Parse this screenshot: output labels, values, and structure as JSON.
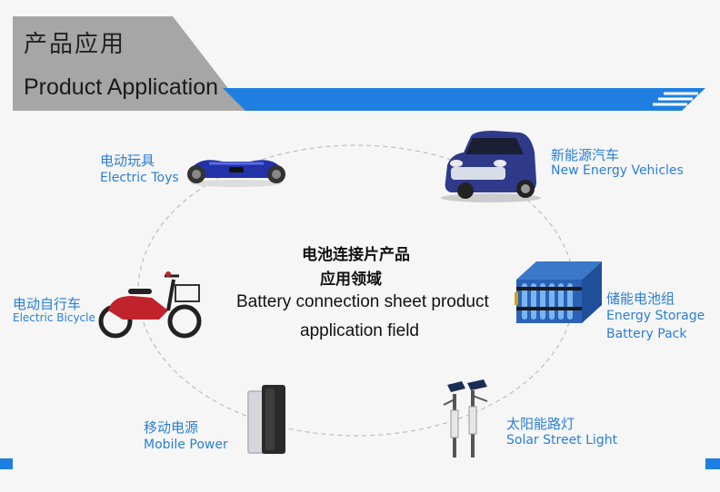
{
  "header": {
    "title_cn": "产品应用",
    "title_en": "Product Application"
  },
  "center": {
    "line1_cn": "电池连接片产品",
    "line2_cn": "应用领域",
    "line1_en": "Battery connection sheet product",
    "line2_en": "application field"
  },
  "applications": {
    "toys": {
      "cn": "电动玩具",
      "en": "Electric Toys",
      "icon": "hoverboard-icon"
    },
    "nev": {
      "cn": "新能源汽车",
      "en": "New Energy Vehicles",
      "icon": "electric-car-icon"
    },
    "bicycle": {
      "cn": "电动自行车",
      "en": "Electric Bicycle",
      "icon": "e-bike-icon"
    },
    "storage": {
      "cn": "储能电池组",
      "en1": "Energy Storage",
      "en2": "Battery Pack",
      "icon": "battery-pack-icon"
    },
    "power": {
      "cn": "移动电源",
      "en": "Mobile Power",
      "icon": "power-bank-icon"
    },
    "light": {
      "cn": "太阳能路灯",
      "en": "Solar Street Light",
      "icon": "solar-street-light-icon"
    }
  },
  "colors": {
    "accent": "#1e7fe0",
    "header_gray": "#a6a6a6",
    "label_blue": "#2a7fd6"
  }
}
